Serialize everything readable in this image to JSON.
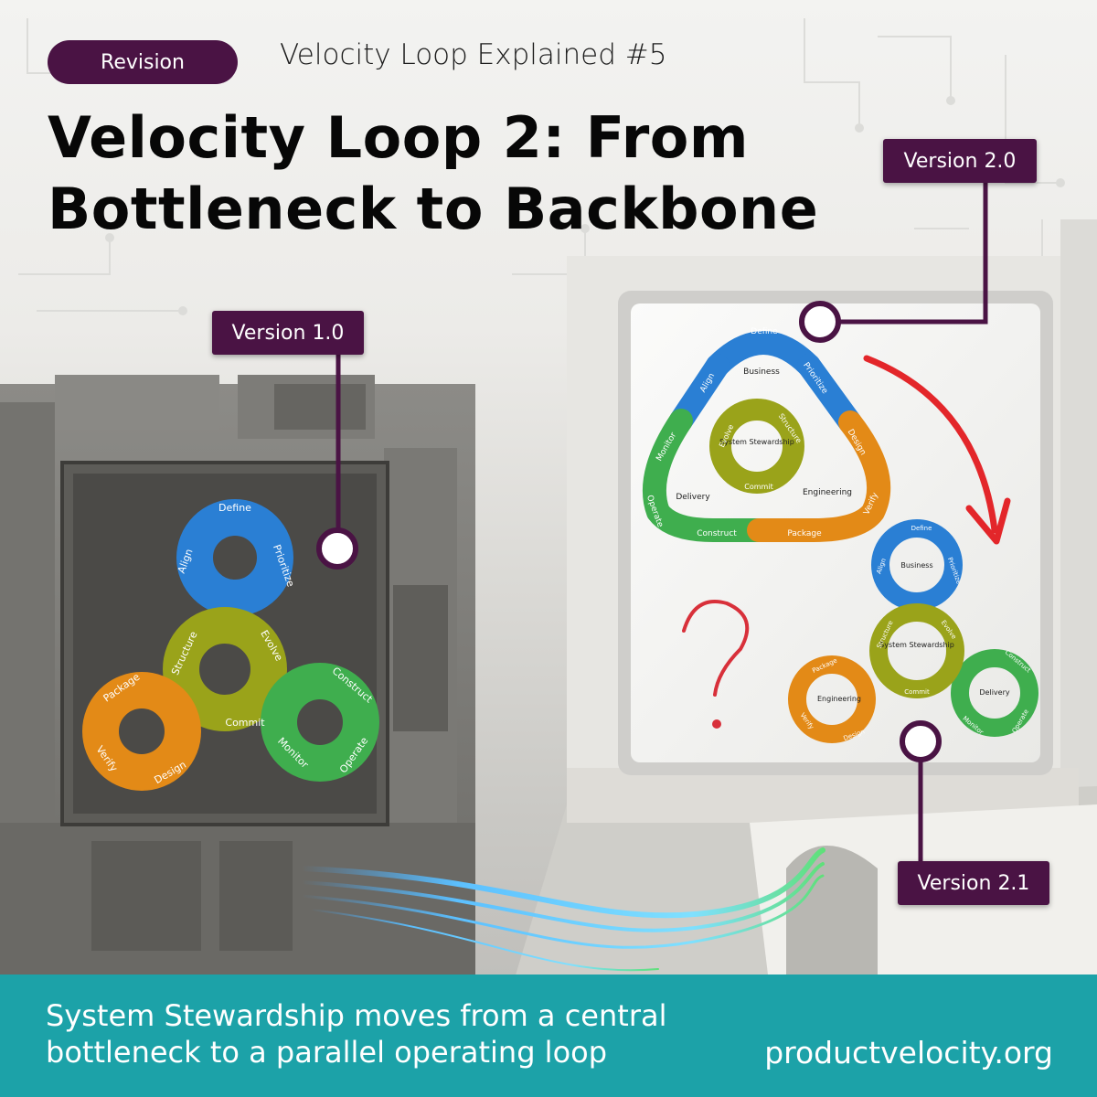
{
  "header": {
    "badge": "Revision",
    "series": "Velocity Loop Explained #5",
    "title": "Velocity Loop 2: From Bottleneck to Backbone"
  },
  "callouts": {
    "v10": "Version 1.0",
    "v20": "Version 2.0",
    "v21": "Version 2.1"
  },
  "loop_v10": {
    "top": [
      "Define",
      "Align",
      "Prioritize"
    ],
    "center": [
      "Structure",
      "Evolve",
      "Commit"
    ],
    "left": [
      "Package",
      "Verify",
      "Design"
    ],
    "right": [
      "Construct",
      "Monitor",
      "Operate"
    ]
  },
  "loop_v20": {
    "outer": [
      "Define",
      "Align",
      "Prioritize",
      "Monitor",
      "Design",
      "Operate",
      "Verify",
      "Construct",
      "Package"
    ],
    "regions": [
      "Business",
      "Delivery",
      "Engineering"
    ],
    "center_title": "System Stewardship",
    "center": [
      "Evolve",
      "Structure",
      "Commit"
    ]
  },
  "loop_v21": {
    "business": [
      "Business",
      "Define",
      "Align",
      "Prioritize"
    ],
    "center_title": "System Stewardship",
    "center": [
      "Structure",
      "Evolve",
      "Commit"
    ],
    "engineering": [
      "Engineering",
      "Package",
      "Verify",
      "Design"
    ],
    "delivery": [
      "Delivery",
      "Construct",
      "Monitor",
      "Operate"
    ]
  },
  "footer": {
    "text": "System Stewardship moves from a central bottleneck to a parallel operating loop",
    "url": "productvelocity.org"
  },
  "colors": {
    "brand_purple": "#4a1344",
    "footer_teal": "#1ca2a8",
    "loop_blue": "#2a7fd4",
    "loop_olive": "#9aa31a",
    "loop_orange": "#e38a17",
    "loop_green": "#3fae4e",
    "arrow_red": "#e3262a"
  }
}
